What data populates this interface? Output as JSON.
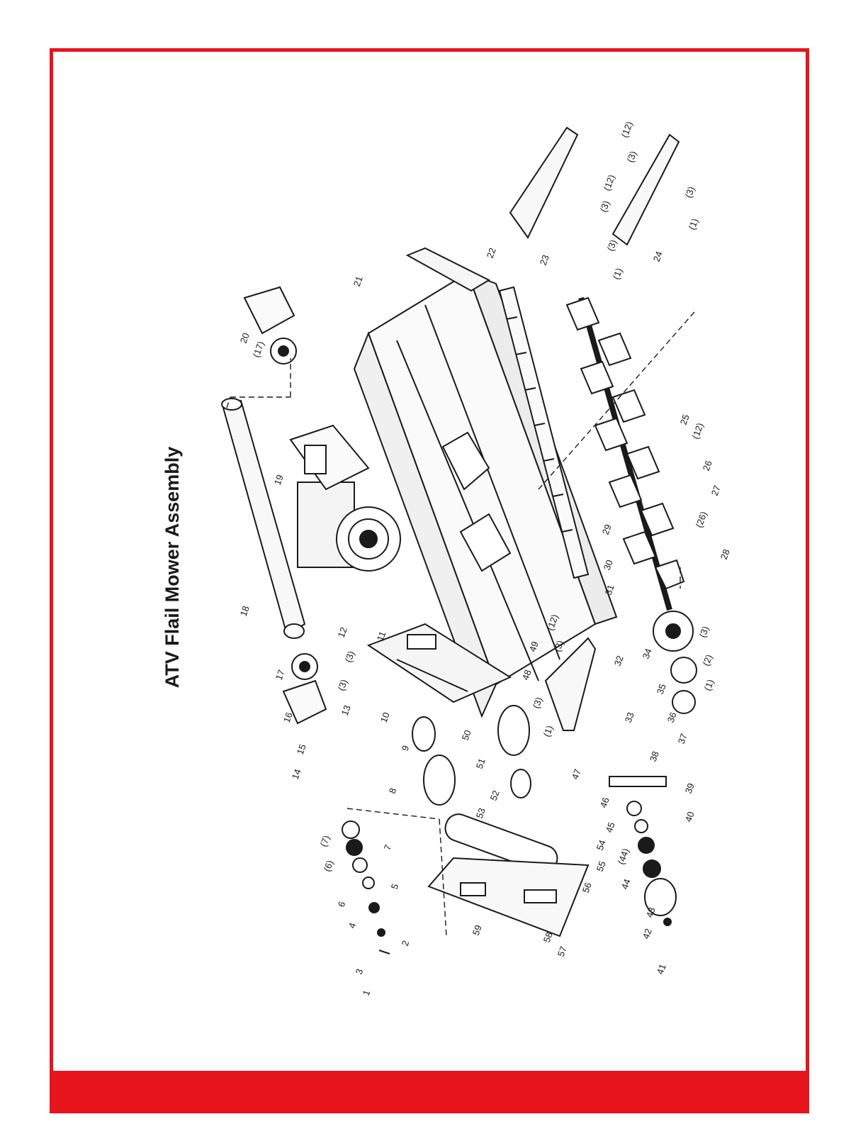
{
  "page": {
    "title": "ATV Flail Mower Assembly",
    "frame_color": "#e8141c",
    "footer_bar_color": "#e8141c"
  },
  "diagram": {
    "type": "exploded-parts-view",
    "part_labels": [
      {
        "id": "1",
        "text": "1"
      },
      {
        "id": "2",
        "text": "2"
      },
      {
        "id": "3",
        "text": "3"
      },
      {
        "id": "4",
        "text": "4"
      },
      {
        "id": "5",
        "text": "5"
      },
      {
        "id": "6",
        "text": "6"
      },
      {
        "id": "6b",
        "text": "(6)"
      },
      {
        "id": "7",
        "text": "7"
      },
      {
        "id": "7b",
        "text": "(7)"
      },
      {
        "id": "8",
        "text": "8"
      },
      {
        "id": "9",
        "text": "9"
      },
      {
        "id": "10",
        "text": "10"
      },
      {
        "id": "11",
        "text": "11"
      },
      {
        "id": "12",
        "text": "12"
      },
      {
        "id": "13",
        "text": "13"
      },
      {
        "id": "14",
        "text": "14"
      },
      {
        "id": "15",
        "text": "15"
      },
      {
        "id": "16",
        "text": "16"
      },
      {
        "id": "17",
        "text": "17"
      },
      {
        "id": "17b",
        "text": "(17)"
      },
      {
        "id": "18",
        "text": "18"
      },
      {
        "id": "19",
        "text": "19"
      },
      {
        "id": "20",
        "text": "20"
      },
      {
        "id": "21",
        "text": "21"
      },
      {
        "id": "22",
        "text": "22"
      },
      {
        "id": "23",
        "text": "23"
      },
      {
        "id": "24",
        "text": "24"
      },
      {
        "id": "25",
        "text": "25"
      },
      {
        "id": "26",
        "text": "26"
      },
      {
        "id": "26b",
        "text": "(26)"
      },
      {
        "id": "27",
        "text": "27"
      },
      {
        "id": "28",
        "text": "28"
      },
      {
        "id": "29",
        "text": "29"
      },
      {
        "id": "30",
        "text": "30"
      },
      {
        "id": "31",
        "text": "31"
      },
      {
        "id": "32",
        "text": "32"
      },
      {
        "id": "33",
        "text": "33"
      },
      {
        "id": "34",
        "text": "34"
      },
      {
        "id": "35",
        "text": "35"
      },
      {
        "id": "36",
        "text": "36"
      },
      {
        "id": "37",
        "text": "37"
      },
      {
        "id": "38",
        "text": "38"
      },
      {
        "id": "39",
        "text": "39"
      },
      {
        "id": "40",
        "text": "40"
      },
      {
        "id": "41",
        "text": "41"
      },
      {
        "id": "42",
        "text": "42"
      },
      {
        "id": "43",
        "text": "43"
      },
      {
        "id": "44",
        "text": "44"
      },
      {
        "id": "44b",
        "text": "(44)"
      },
      {
        "id": "45",
        "text": "45"
      },
      {
        "id": "46",
        "text": "46"
      },
      {
        "id": "47",
        "text": "47"
      },
      {
        "id": "48",
        "text": "48"
      },
      {
        "id": "49",
        "text": "49"
      },
      {
        "id": "50",
        "text": "50"
      },
      {
        "id": "51",
        "text": "51"
      },
      {
        "id": "52",
        "text": "52"
      },
      {
        "id": "53",
        "text": "53"
      },
      {
        "id": "54",
        "text": "54"
      },
      {
        "id": "55",
        "text": "55"
      },
      {
        "id": "56",
        "text": "56"
      },
      {
        "id": "57",
        "text": "57"
      },
      {
        "id": "58",
        "text": "58"
      },
      {
        "id": "59",
        "text": "59"
      },
      {
        "id": "p1a",
        "text": "(1)"
      },
      {
        "id": "p1b",
        "text": "(1)"
      },
      {
        "id": "p1c",
        "text": "(1)"
      },
      {
        "id": "p1d",
        "text": "(1)"
      },
      {
        "id": "p2a",
        "text": "(2)"
      },
      {
        "id": "p3a",
        "text": "(3)"
      },
      {
        "id": "p3b",
        "text": "(3)"
      },
      {
        "id": "p3c",
        "text": "(3)"
      },
      {
        "id": "p3d",
        "text": "(3)"
      },
      {
        "id": "p3e",
        "text": "(3)"
      },
      {
        "id": "p3f",
        "text": "(3)"
      },
      {
        "id": "p3g",
        "text": "(3)"
      },
      {
        "id": "p3h",
        "text": "(3)"
      },
      {
        "id": "p3i",
        "text": "(3)"
      },
      {
        "id": "p12a",
        "text": "(12)"
      },
      {
        "id": "p12b",
        "text": "(12)"
      },
      {
        "id": "p12c",
        "text": "(12)"
      },
      {
        "id": "p12d",
        "text": "(12)"
      }
    ]
  }
}
